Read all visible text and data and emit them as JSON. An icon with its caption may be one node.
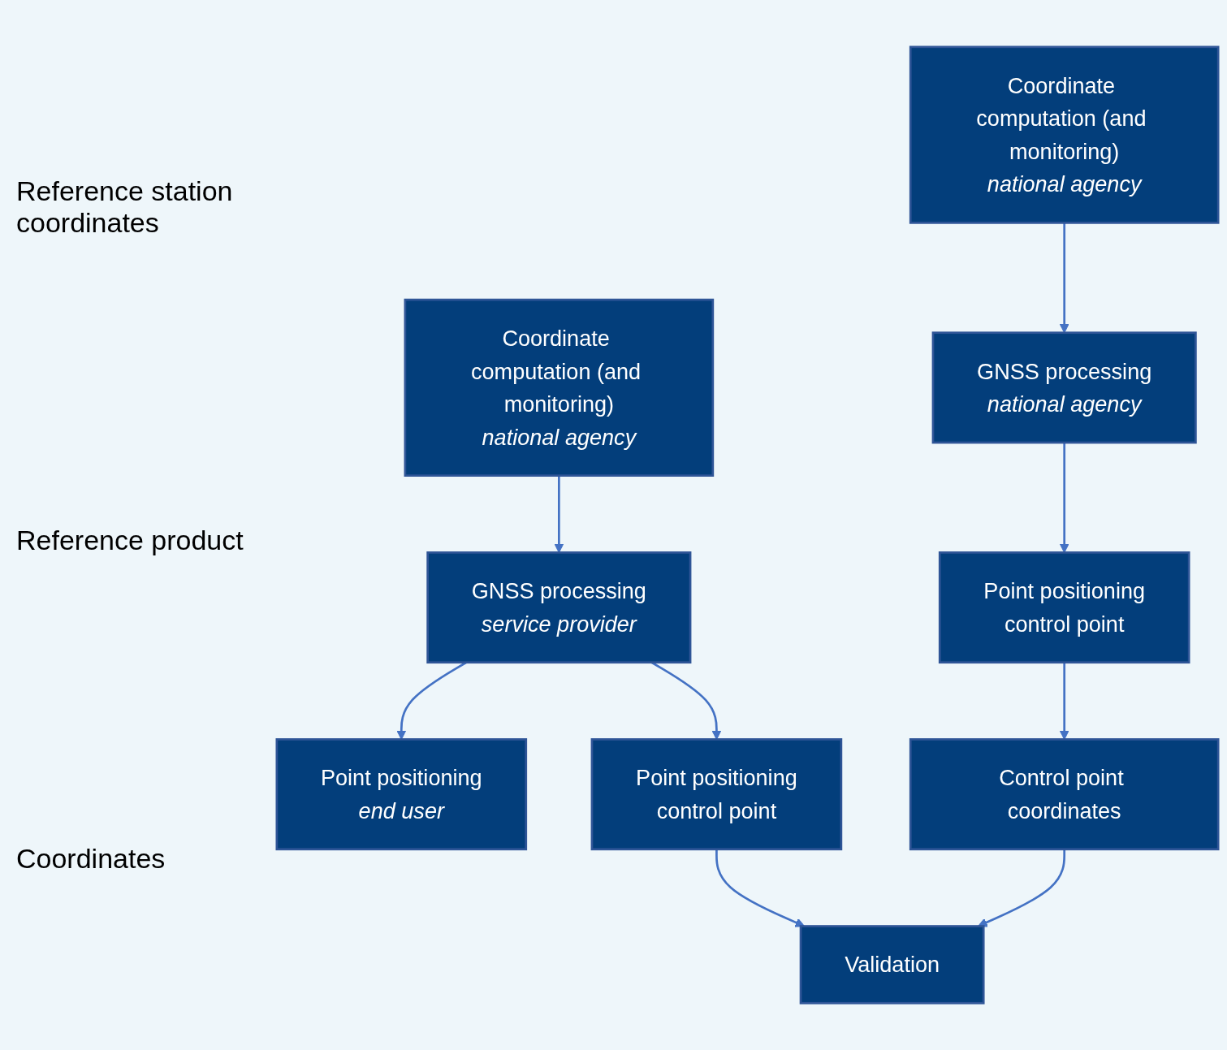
{
  "diagram": {
    "nodes": [
      {
        "text": [
          "Coordinate computation (and monitoring)",
          "national agency"
        ]
      },
      {
        "text": [
          "GNSS processing",
          "service provider"
        ]
      },
      {
        "text": [
          "Point positioning",
          "end user"
        ]
      },
      {
        "text": [
          "Point positioning",
          "control point"
        ]
      },
      {
        "text": [
          "Validation"
        ]
      },
      {
        "text": [
          "Coordinate computation (and monitoring)",
          "national agency"
        ]
      },
      {
        "text": [
          "GNSS processing",
          "national agency"
        ]
      },
      {
        "text": [
          "Point positioning",
          "control point"
        ]
      },
      {
        "text": [
          "Control point coordinates"
        ]
      }
    ],
    "edges": [
      {
        "from": 0,
        "to": 1,
        "arrow": "to"
      },
      {
        "from": 1,
        "to": 2,
        "arrow": "to"
      },
      {
        "from": 1,
        "to": 3,
        "arrow": "to"
      },
      {
        "from": 3,
        "to": 4,
        "arrow": "to"
      },
      {
        "from": 5,
        "to": 6,
        "arrow": "to"
      },
      {
        "from": 6,
        "to": 7,
        "arrow": "to"
      },
      {
        "from": 7,
        "to": 8,
        "arrow": "to"
      },
      {
        "from": 8,
        "to": 4,
        "arrow": "to"
      }
    ],
    "labels": [
      "Reference station coordinates",
      "Reference product",
      "Coordinates"
    ]
  }
}
